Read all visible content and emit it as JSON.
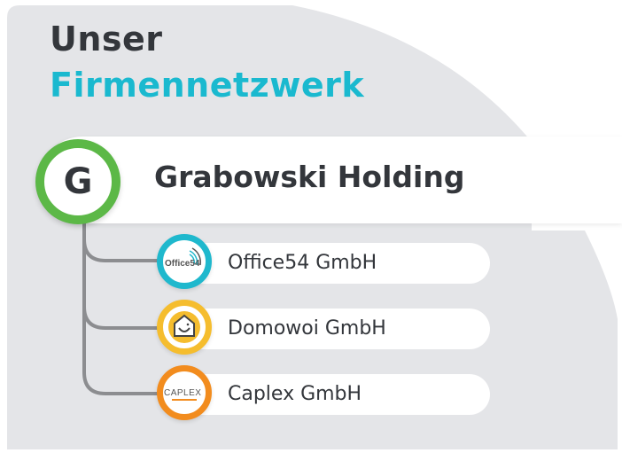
{
  "header": {
    "line1": "Unser",
    "line2": "Firmennetzwerk"
  },
  "holding": {
    "name": "Grabowski Holding",
    "logo_letter": "G",
    "color": "#5cb847"
  },
  "companies": [
    {
      "name": "Office54 GmbH",
      "logo_text": "Office54",
      "color": "#1fb8cd",
      "icon": "office54-logo"
    },
    {
      "name": "Domowoi GmbH",
      "logo_text": "",
      "color": "#f5bd2e",
      "icon": "smiling-house-logo"
    },
    {
      "name": "Caplex GmbH",
      "logo_text": "CAPLEX",
      "color": "#f28c1e",
      "icon": "caplex-logo"
    }
  ],
  "colors": {
    "background": "#e4e5e8",
    "title_accent": "#1ab9cf",
    "text": "#33363b",
    "connector": "#8c8d90"
  }
}
